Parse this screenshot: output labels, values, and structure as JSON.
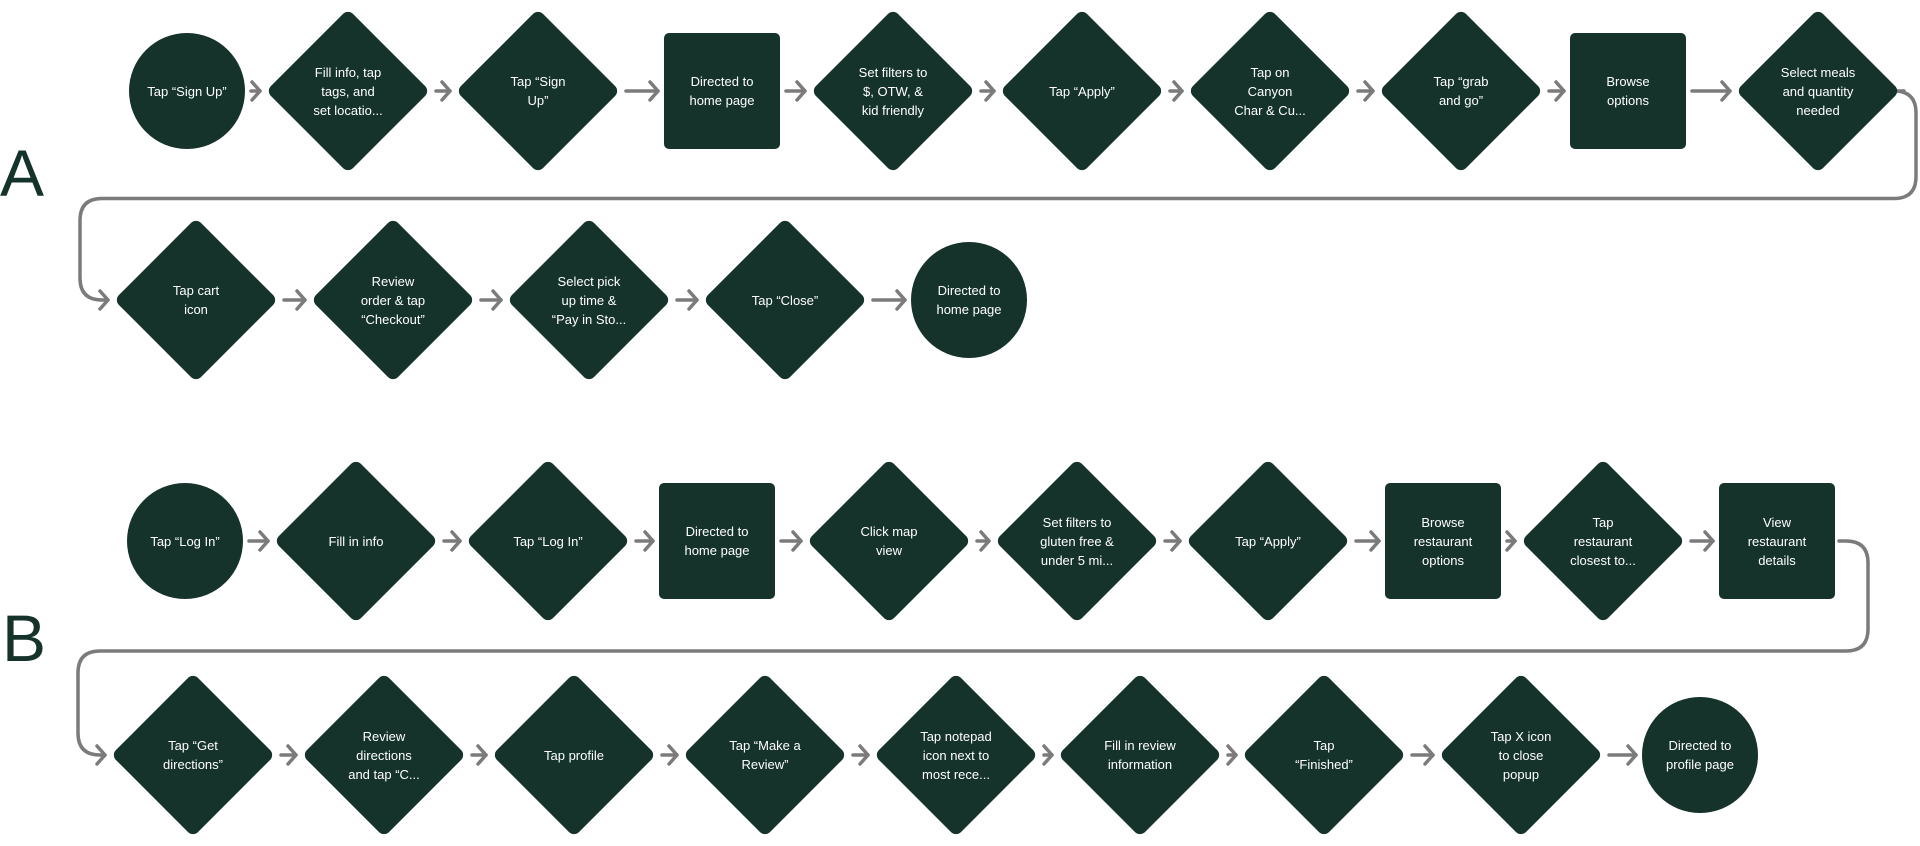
{
  "colors": {
    "node_fill": "#15332b",
    "arrow": "#7b7b7b",
    "label": "#15332b",
    "node_text": "#ffffff"
  },
  "flows": [
    {
      "label": "A",
      "steps": [
        {
          "shape": "circle",
          "text": "Tap “Sign Up”"
        },
        {
          "shape": "diamond",
          "text": "Fill info, tap\ntags, and\nset locatio..."
        },
        {
          "shape": "diamond",
          "text": "Tap “Sign\nUp”"
        },
        {
          "shape": "square",
          "text": "Directed to\nhome page"
        },
        {
          "shape": "diamond",
          "text": "Set filters to\n$, OTW, &\nkid friendly"
        },
        {
          "shape": "diamond",
          "text": "Tap “Apply”"
        },
        {
          "shape": "diamond",
          "text": "Tap on\nCanyon\nChar & Cu..."
        },
        {
          "shape": "diamond",
          "text": "Tap “grab\nand go”"
        },
        {
          "shape": "square",
          "text": "Browse\noptions"
        },
        {
          "shape": "diamond",
          "text": "Select meals\nand quantity\nneeded"
        },
        {
          "shape": "diamond",
          "text": "Tap cart\nicon"
        },
        {
          "shape": "diamond",
          "text": "Review\norder & tap\n“Checkout”"
        },
        {
          "shape": "diamond",
          "text": "Select pick\nup time &\n“Pay in Sto..."
        },
        {
          "shape": "diamond",
          "text": "Tap “Close”"
        },
        {
          "shape": "circle",
          "text": "Directed to\nhome page"
        }
      ]
    },
    {
      "label": "B",
      "steps": [
        {
          "shape": "circle",
          "text": "Tap “Log In”"
        },
        {
          "shape": "diamond",
          "text": "Fill in info"
        },
        {
          "shape": "diamond",
          "text": "Tap  “Log In”"
        },
        {
          "shape": "square",
          "text": "Directed to\nhome page"
        },
        {
          "shape": "diamond",
          "text": "Click map\nview"
        },
        {
          "shape": "diamond",
          "text": "Set filters to\ngluten free &\nunder 5 mi..."
        },
        {
          "shape": "diamond",
          "text": "Tap “Apply”"
        },
        {
          "shape": "square",
          "text": "Browse\nrestaurant\noptions"
        },
        {
          "shape": "diamond",
          "text": "Tap\nrestaurant\nclosest to..."
        },
        {
          "shape": "square",
          "text": "View\nrestaurant\ndetails"
        },
        {
          "shape": "diamond",
          "text": "Tap “Get\ndirections”"
        },
        {
          "shape": "diamond",
          "text": "Review\ndirections\nand tap “C..."
        },
        {
          "shape": "diamond",
          "text": "Tap profile"
        },
        {
          "shape": "diamond",
          "text": "Tap “Make a\nReview”"
        },
        {
          "shape": "diamond",
          "text": "Tap notepad\nicon next to\nmost rece..."
        },
        {
          "shape": "diamond",
          "text": "Fill in review\ninformation"
        },
        {
          "shape": "diamond",
          "text": "Tap\n“Finished”"
        },
        {
          "shape": "diamond",
          "text": "Tap X icon\nto close\npopup"
        },
        {
          "shape": "circle",
          "text": "Directed to\nprofile page"
        }
      ]
    }
  ]
}
